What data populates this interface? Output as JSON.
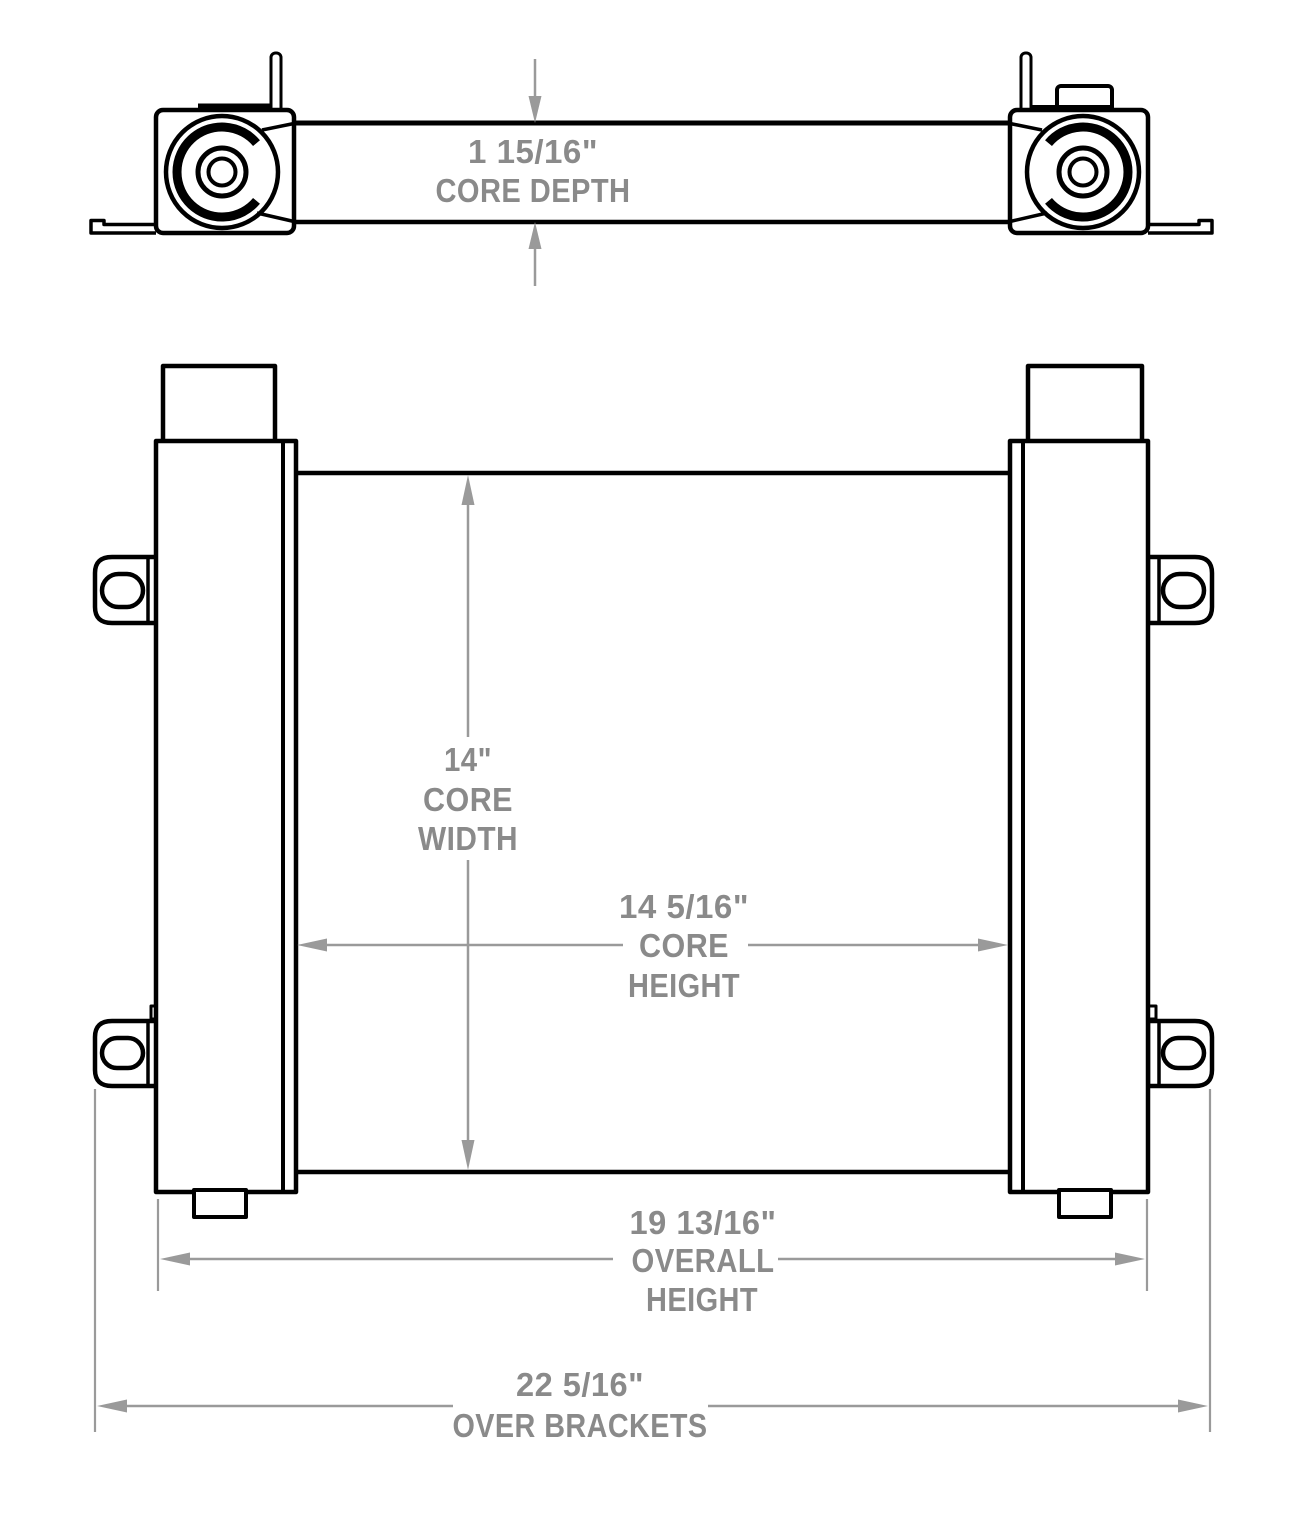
{
  "colors": {
    "line": "#000000",
    "dim_line": "#9a9a9a",
    "dim_text": "#8a8a8a",
    "background": "#ffffff"
  },
  "dims": {
    "core_depth": {
      "value": "1 15/16\"",
      "label": "CORE DEPTH"
    },
    "core_width": {
      "value": "14\"",
      "label_line1": "CORE",
      "label_line2": "WIDTH"
    },
    "core_height": {
      "value": "14 5/16\"",
      "label_line1": "CORE",
      "label_line2": "HEIGHT"
    },
    "overall_height": {
      "value": "19 13/16\"",
      "label_line1": "OVERALL",
      "label_line2": "HEIGHT"
    },
    "over_brackets": {
      "value": "22 5/16\"",
      "label": "OVER BRACKETS"
    }
  }
}
